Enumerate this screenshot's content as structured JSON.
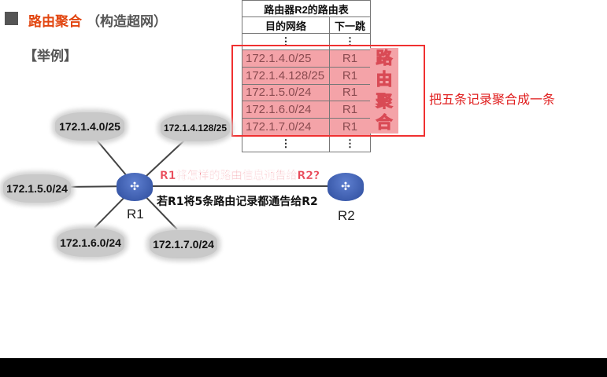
{
  "slide": {
    "title": "路由聚合",
    "subtitle": "（构造超网）",
    "example_label": "【举例】"
  },
  "table": {
    "caption": "路由器R2的路由表",
    "headers": [
      "目的网络",
      "下一跳"
    ],
    "ellipsis": "⋮",
    "rows": [
      {
        "dest": "172.1.4.0/25",
        "next_hop": "R1"
      },
      {
        "dest": "172.1.4.128/25",
        "next_hop": "R1"
      },
      {
        "dest": "172.1.5.0/24",
        "next_hop": "R1"
      },
      {
        "dest": "172.1.6.0/24",
        "next_hop": "R1"
      },
      {
        "dest": "172.1.7.0/24",
        "next_hop": "R1"
      }
    ],
    "band_chars": [
      "路",
      "由",
      "聚",
      "合"
    ]
  },
  "annotation": "把五条记录聚合成一条",
  "diagram": {
    "networks": [
      "172.1.4.0/25",
      "172.1.4.128/25",
      "172.1.5.0/24",
      "172.1.6.0/24",
      "172.1.7.0/24"
    ],
    "routers": [
      "R1",
      "R2"
    ],
    "question": "R1将怎样的路由信息通告给R2?",
    "statement": "若R1将5条路由记录都通告给R2"
  },
  "colors": {
    "title": "#e2450f",
    "highlight": "#f4a3a8",
    "box": "#f03030"
  }
}
